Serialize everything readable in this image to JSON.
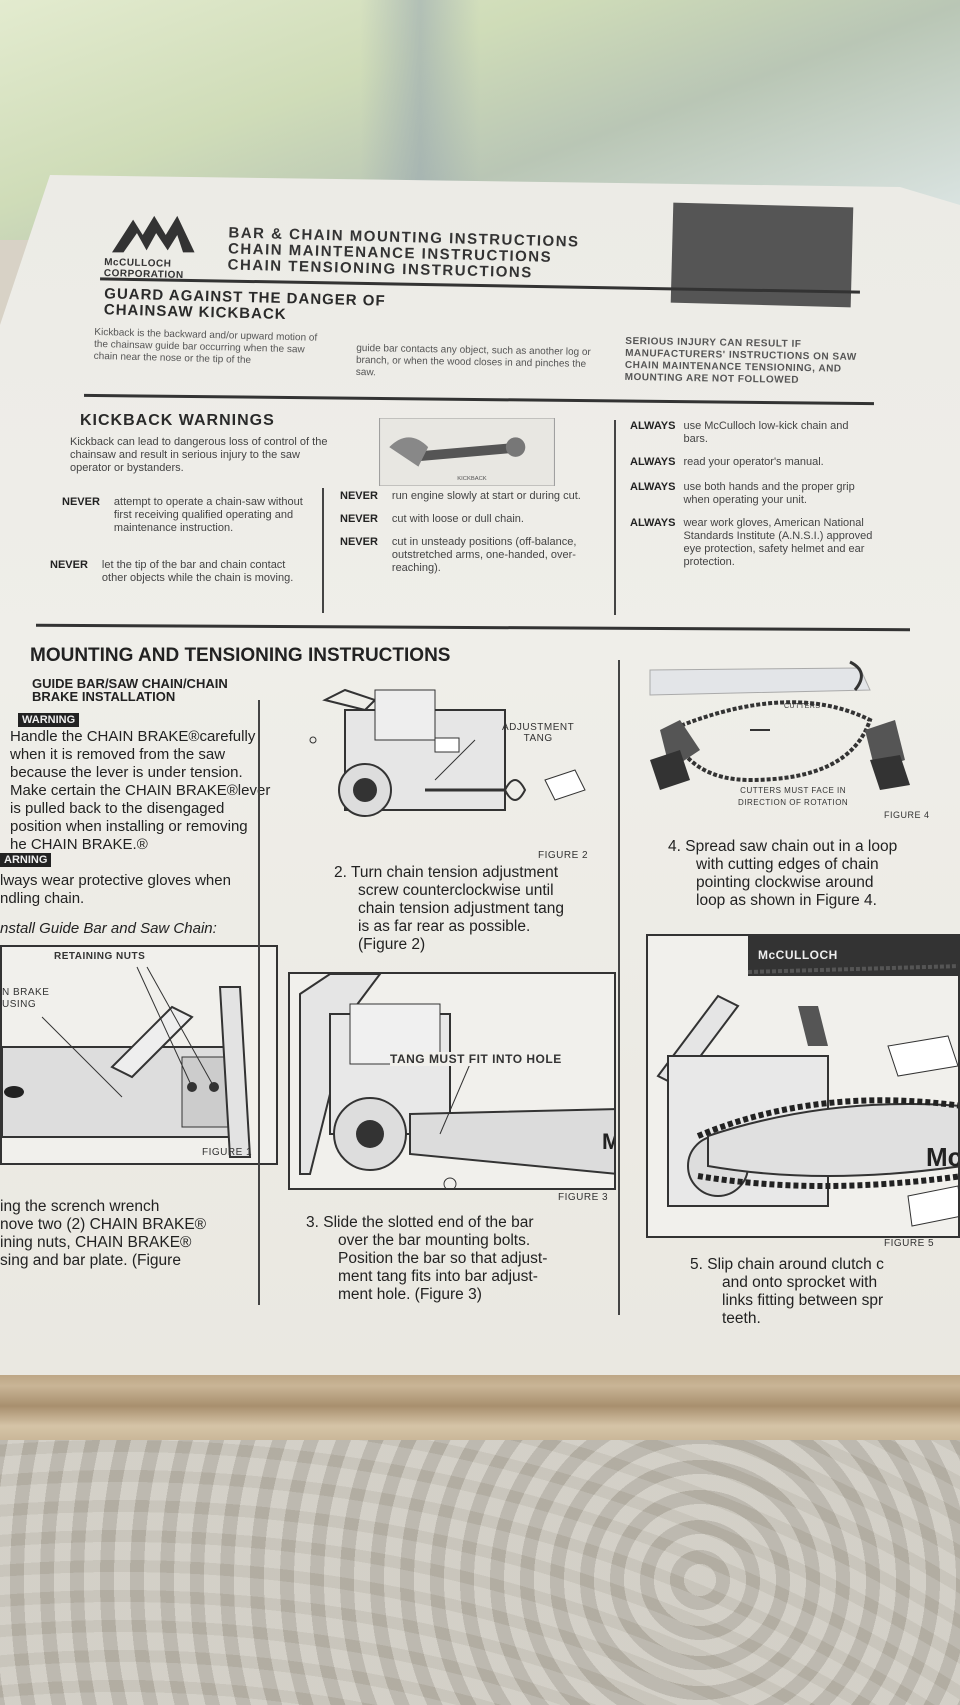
{
  "header": {
    "logo_text": [
      "McCULLOCH",
      "CORPORATION"
    ],
    "titles": [
      "BAR & CHAIN MOUNTING INSTRUCTIONS",
      "CHAIN MAINTENANCE INSTRUCTIONS",
      "CHAIN TENSIONING INSTRUCTIONS"
    ]
  },
  "guard": {
    "title_lines": [
      "GUARD AGAINST THE DANGER OF",
      "CHAINSAW KICKBACK"
    ],
    "col1": "Kickback is the backward and/or upward motion of the chainsaw guide bar occurring when the saw chain near the nose or the tip of the",
    "col2": "guide bar contacts any object, such as another log or branch, or when the wood closes in and pinches the saw.",
    "col3": "SERIOUS INJURY CAN RESULT IF MANUFACTURERS' INSTRUCTIONS ON SAW CHAIN MAINTENANCE TENSIONING, AND MOUNTING ARE NOT FOLLOWED"
  },
  "kickback": {
    "title": "KICKBACK WARNINGS",
    "intro": "Kickback can lead to dangerous loss of control of the chainsaw and result in serious injury to the saw operator or bystanders.",
    "image_label": "KICKBACK",
    "never_left": [
      {
        "word": "NEVER",
        "text": "attempt to operate a chain-saw without first receiving qualified operating and maintenance instruction."
      },
      {
        "word": "NEVER",
        "text": "let the tip of the bar and chain contact other objects while the chain is moving."
      }
    ],
    "never_mid": [
      {
        "word": "NEVER",
        "text": "run engine slowly at start or during cut."
      },
      {
        "word": "NEVER",
        "text": "cut with loose or dull chain."
      },
      {
        "word": "NEVER",
        "text": "cut in unsteady positions (off-balance, outstretched arms, one-handed, over-reaching)."
      }
    ],
    "always": [
      {
        "word": "ALWAYS",
        "text": "use McCulloch low-kick chain and bars."
      },
      {
        "word": "ALWAYS",
        "text": "read your operator's manual."
      },
      {
        "word": "ALWAYS",
        "text": "use both hands and the proper grip when operating your unit."
      },
      {
        "word": "ALWAYS",
        "text": "wear work gloves, American National Standards Institute (A.N.S.I.) approved eye protection, safety helmet and ear protection."
      }
    ]
  },
  "mounting": {
    "title": "MOUNTING AND TENSIONING INSTRUCTIONS",
    "subtitle_lines": [
      "GUIDE BAR/SAW CHAIN/CHAIN",
      "BRAKE INSTALLATION"
    ],
    "warning_badge": "WARNING",
    "warning1_lines": [
      "Handle the CHAIN BRAKE®carefully",
      "when it is removed from the saw",
      "because the lever is under tension.",
      "Make certain the CHAIN BRAKE®lever",
      "is pulled back to the disengaged",
      "position when installing or removing",
      "he CHAIN BRAKE.®"
    ],
    "warning2_badge": "ARNING",
    "warning2_lines": [
      "lways wear protective gloves when",
      "ndling chain."
    ],
    "install_label": "nstall Guide Bar and Saw Chain:",
    "step1_lines": [
      "ing the scrench wrench",
      "nove two (2) CHAIN BRAKE®",
      "ining nuts, CHAIN BRAKE®",
      "sing and bar plate. (Figure"
    ],
    "step2_lines": [
      "2.  Turn chain tension adjustment",
      "screw counterclockwise until",
      "chain tension adjustment tang",
      "is as far rear as possible.",
      "(Figure 2)"
    ],
    "step3_lines": [
      "3.  Slide the slotted end of the bar",
      "over the bar mounting bolts.",
      "Position the bar so that adjust-",
      "ment tang fits into bar adjust-",
      "ment hole. (Figure 3)"
    ],
    "step4_lines": [
      "4.  Spread saw chain out in a loop",
      "with cutting edges of chain",
      "pointing clockwise around",
      "loop as shown in Figure 4."
    ],
    "step5_lines": [
      "5.  Slip chain around clutch c",
      "and onto sprocket with",
      "links fitting between spr",
      "teeth."
    ]
  },
  "figures": {
    "fig1": {
      "caption": "FIGURE 1",
      "label_retaining": "RETAINING NUTS",
      "label_brake": [
        "N BRAKE",
        "USING"
      ]
    },
    "fig2": {
      "caption": "FIGURE 2",
      "label": [
        "ADJUSTMENT",
        "TANG"
      ]
    },
    "fig3": {
      "caption": "FIGURE 3",
      "label": "TANG MUST FIT INTO HOLE"
    },
    "fig4": {
      "caption": "FIGURE 4",
      "label_cutters": "CUTTERS",
      "label_face": [
        "CUTTERS MUST FACE IN",
        "DIRECTION OF ROTATION"
      ]
    },
    "fig5": {
      "caption": "FIGURE 5",
      "brand": "McCULLOCH",
      "bar_text": "Mc"
    }
  }
}
